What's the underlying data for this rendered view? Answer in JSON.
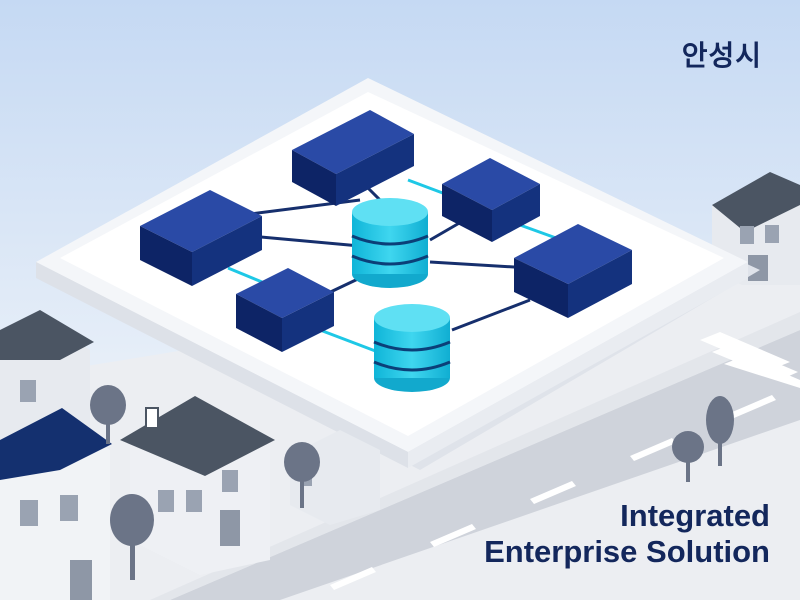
{
  "city_label": "안성시",
  "headline": {
    "line1": "Integrated",
    "line2": "Enterprise Solution"
  },
  "colors": {
    "navy": "#12307a",
    "cyan": "#1ec8e6",
    "platform": "#ffffff",
    "house_roof": "#4a5568",
    "house_wall": "#eef0f4",
    "road": "#c9ced8",
    "sky_top": "#c8dbf4",
    "sky_bottom": "#eef3fa"
  }
}
